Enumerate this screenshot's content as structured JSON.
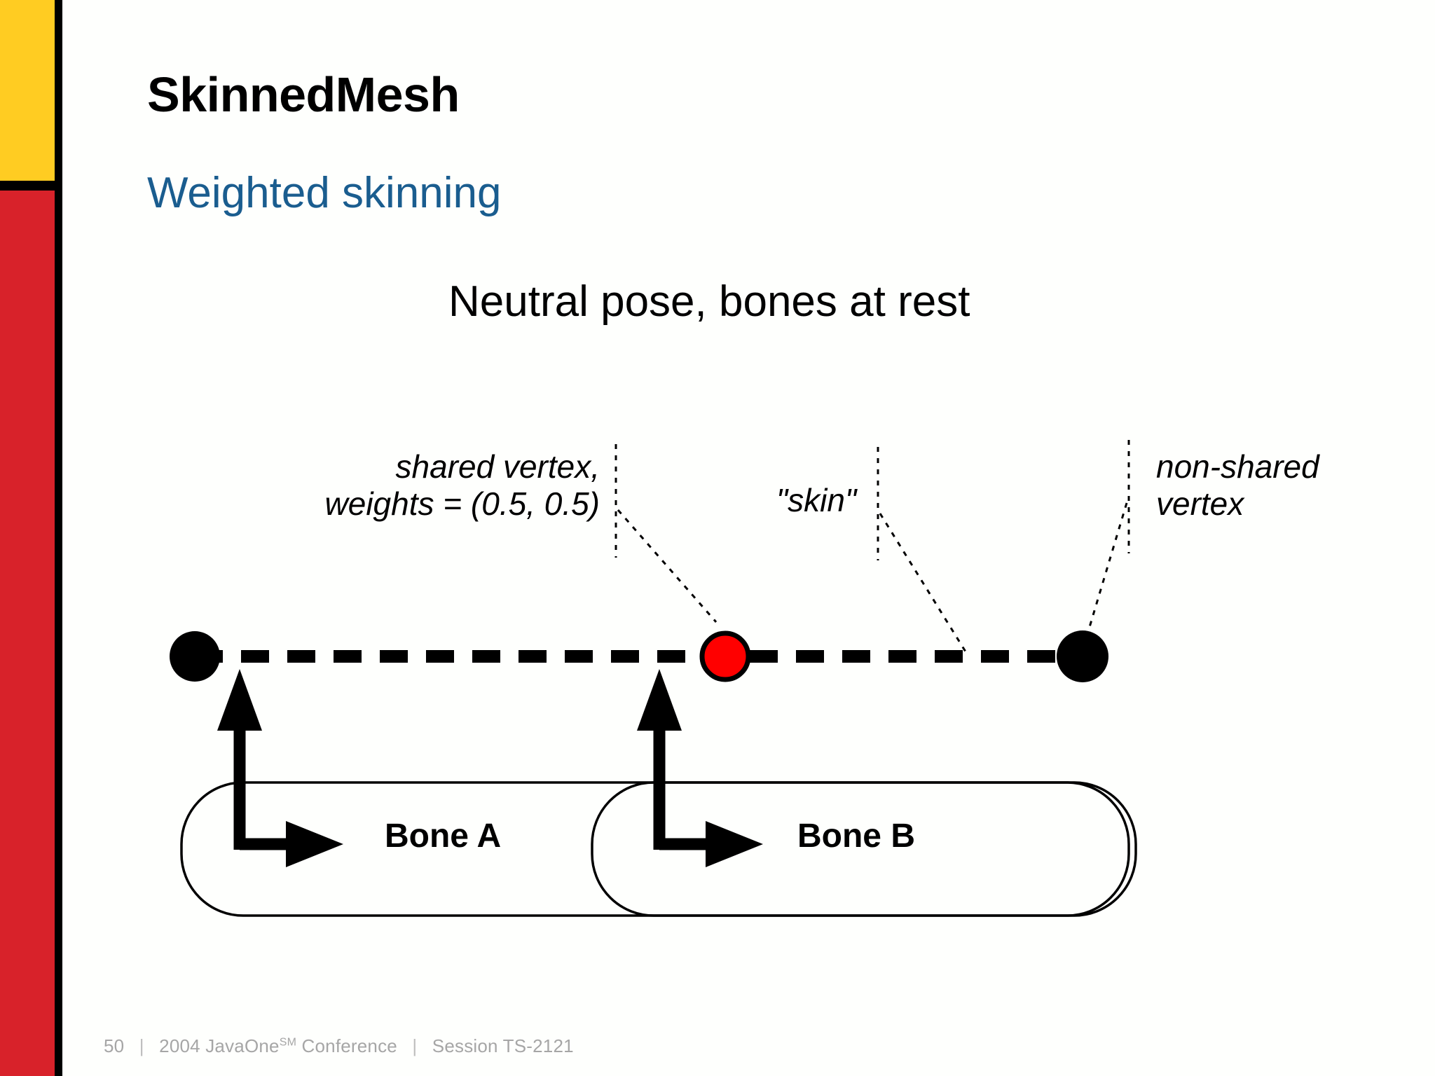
{
  "slide": {
    "title": "SkinnedMesh",
    "subtitle": "Weighted skinning",
    "diagram_heading": "Neutral pose, bones at rest"
  },
  "colors": {
    "accent_yellow": "#ffcc22",
    "accent_red": "#d8222a",
    "accent_black": "#000000",
    "subtitle_blue": "#1a5d8f",
    "shared_vertex_red": "#ff0000",
    "vertex_black": "#000000",
    "footer_gray": "#a6a6a6"
  },
  "callouts": {
    "shared_vertex_line1": "shared vertex,",
    "shared_vertex_line2": "weights = (0.5, 0.5)",
    "skin": "\"skin\"",
    "non_shared_line1": "non-shared",
    "non_shared_line2": "vertex"
  },
  "bones": {
    "bone_a_label": "Bone A",
    "bone_b_label": "Bone B"
  },
  "footer": {
    "page_number": "50",
    "separator": "|",
    "conference_pre": "2004 JavaOne",
    "conference_sup": "SM",
    "conference_post": " Conference",
    "session": "Session TS-2121"
  }
}
